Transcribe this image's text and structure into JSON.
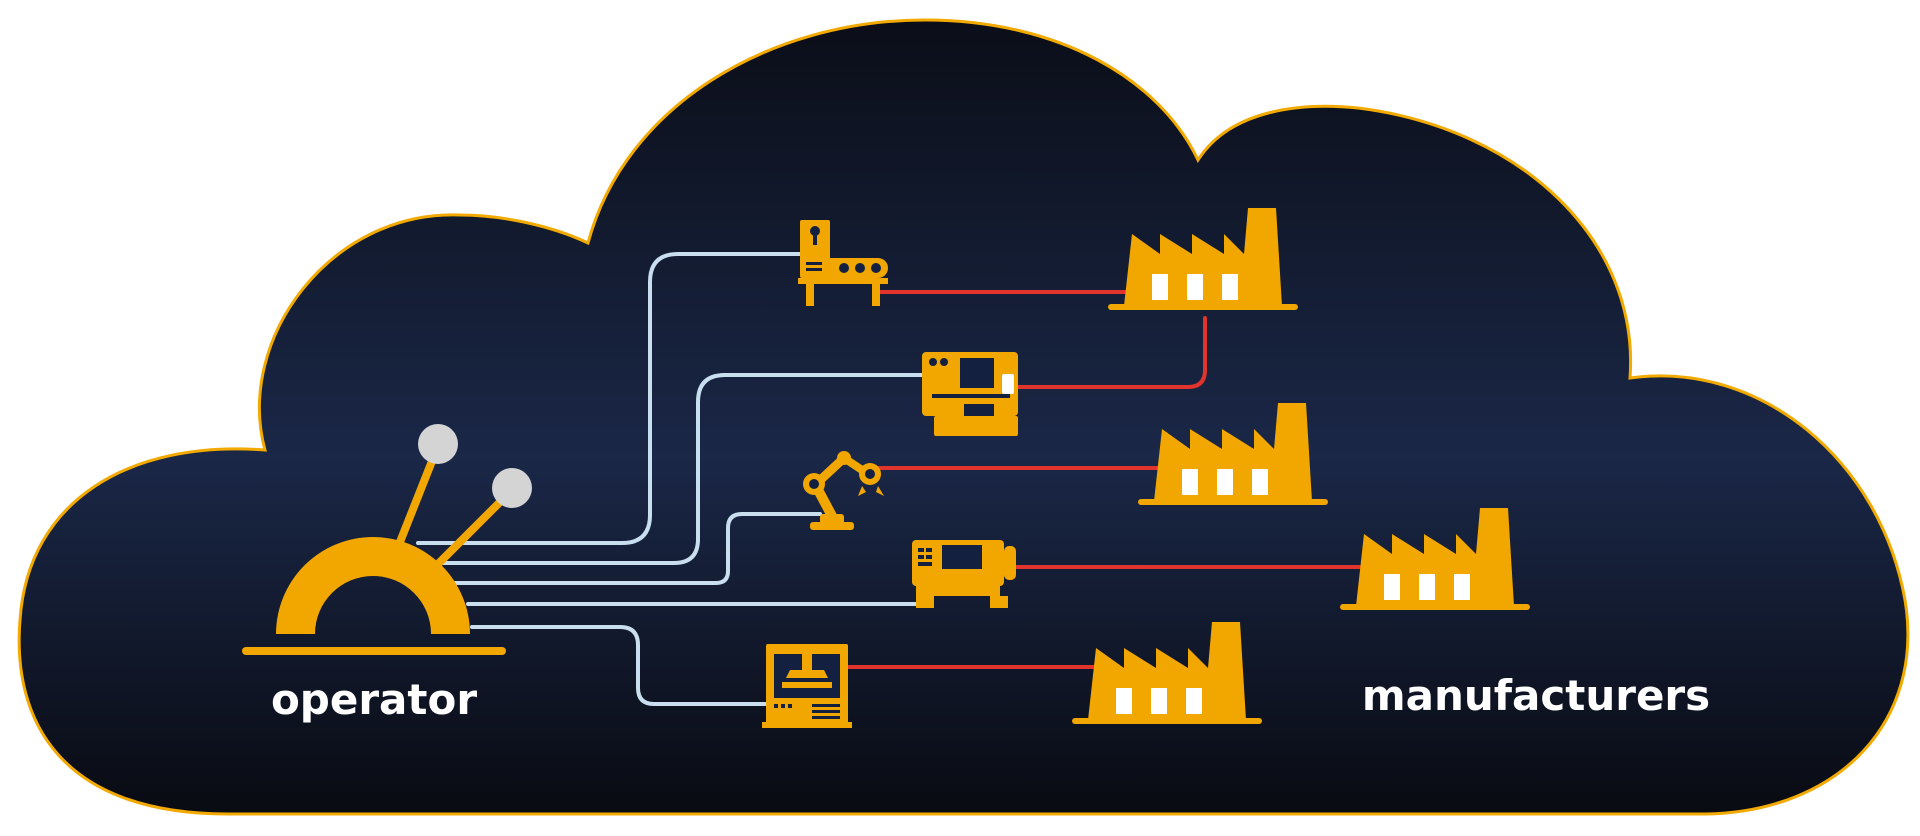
{
  "labels": {
    "operator": "operator",
    "manufacturers": "manufacturers"
  },
  "colors": {
    "cloud_outline": "#f2a900",
    "cloud_top": "#0b0e18",
    "cloud_mid": "#1a2747",
    "cloud_bottom": "#090b12",
    "icon_fill": "#f2a600",
    "operator_links": "#c9dff0",
    "manufacturer_links": "#e0342c",
    "joystick_knob": "#d4d4d4",
    "label_text": "#ffffff"
  },
  "nodes": {
    "operator": {
      "icon": "joystick-control-icon"
    },
    "machines": [
      {
        "icon": "conveyor-machine-icon"
      },
      {
        "icon": "cnc-control-machine-icon"
      },
      {
        "icon": "robot-arm-icon"
      },
      {
        "icon": "lathe-machine-icon"
      },
      {
        "icon": "press-machine-icon"
      }
    ],
    "manufacturers": [
      {
        "icon": "factory-icon"
      },
      {
        "icon": "factory-icon"
      },
      {
        "icon": "factory-icon"
      },
      {
        "icon": "factory-icon"
      }
    ]
  },
  "links": {
    "operator_to_machines": [
      "conveyor",
      "cnc",
      "robot-arm",
      "lathe",
      "press"
    ],
    "machines_to_manufacturers": [
      [
        "conveyor",
        "factory-1"
      ],
      [
        "cnc",
        "factory-1"
      ],
      [
        "robot-arm",
        "factory-2"
      ],
      [
        "lathe",
        "factory-3"
      ],
      [
        "press",
        "factory-4"
      ]
    ]
  }
}
